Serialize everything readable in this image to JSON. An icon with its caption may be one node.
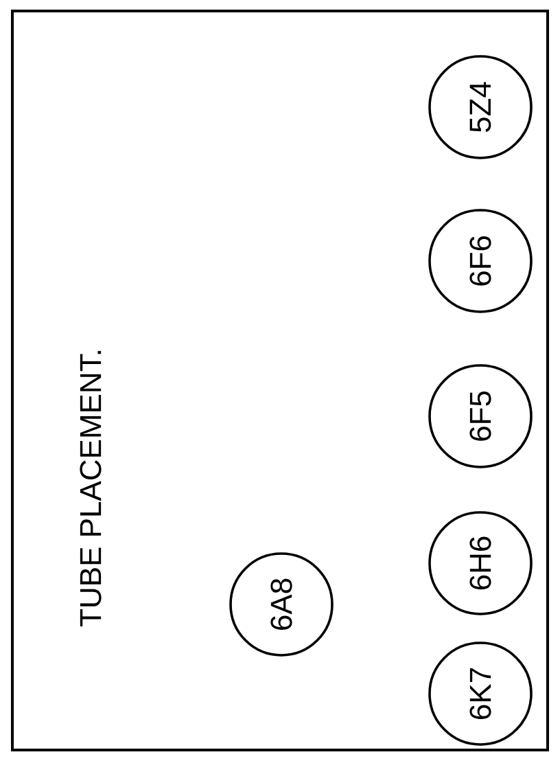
{
  "diagram": {
    "title": "TUBE PLACEMENT.",
    "nodes": [
      {
        "text": [
          "6A8"
        ]
      },
      {
        "text": [
          "6K7"
        ]
      },
      {
        "text": [
          "6H6"
        ]
      },
      {
        "text": [
          "6F5"
        ]
      },
      {
        "text": [
          "6F6"
        ]
      },
      {
        "text": [
          "5Z4"
        ]
      }
    ]
  }
}
